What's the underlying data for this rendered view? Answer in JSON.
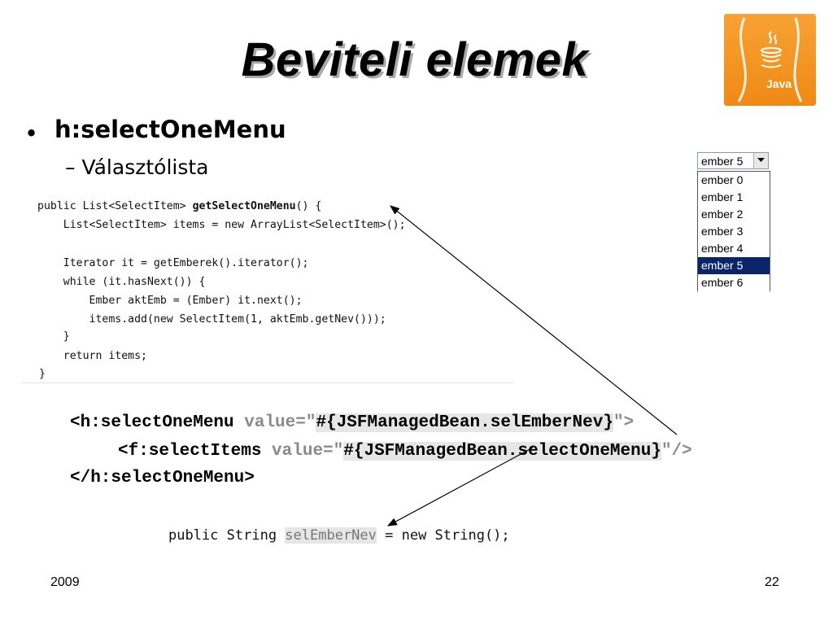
{
  "slide": {
    "title": "Beviteli elemek",
    "bullet1": "h:selectOneMenu",
    "bullet2": "– Választólista",
    "footer_year": "2009",
    "page_number": "22"
  },
  "logo": {
    "word": "Java"
  },
  "combo": {
    "selected": "ember 5",
    "options": [
      "ember 0",
      "ember 1",
      "ember 2",
      "ember 3",
      "ember 4",
      "ember 5",
      "ember 6"
    ],
    "selected_index": 5
  },
  "java_code": {
    "l1_a": "public List<SelectItem> ",
    "l1_b": "getSelectOneMenu",
    "l1_c": "() {",
    "l2": "    List<SelectItem> items = new ArrayList<SelectItem>();",
    "l3": "    Iterator it = getEmberek().iterator();",
    "l4": "    while (it.hasNext()) {",
    "l5": "        Ember aktEmb = (Ember) it.next();",
    "l6": "        items.add(new SelectItem(1, aktEmb.getNev()));",
    "l7": "    }",
    "l8": "    return items;",
    "l9": "}"
  },
  "jsf_code": {
    "l1_tag": "<h:selectOneMenu ",
    "l1_attr": "value",
    "l1_eq": "=\"",
    "l1_expr": "#{JSFManagedBean.selEmberNev}",
    "l1_end": "\">",
    "l2_tag": "<f:selectItems ",
    "l2_attr": "value",
    "l2_eq": "=\"",
    "l2_expr": "#{JSFManagedBean.selectOneMenu}",
    "l2_end": "\"/>",
    "l3": "</h:selectOneMenu>"
  },
  "field_code": {
    "pre": "public String ",
    "field": "selEmberNev",
    "post": " = new String();"
  }
}
